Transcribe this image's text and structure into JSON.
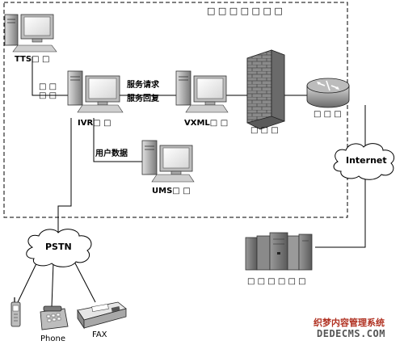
{
  "labels": {
    "zone_title": "□ □ □ □ □ □ □",
    "tts": "TTS□ □",
    "tts_link": "□ □\n□ □",
    "ivr": "IVR□ □",
    "request": "服务请求",
    "response": "服务回复",
    "vxml": "VXML□ □",
    "firewall": "□ □ □",
    "router": "□ □ □",
    "user_data": "用户数据",
    "ums": "UMS□ □",
    "internet": "Internet",
    "pstn": "PSTN",
    "servers": "□ □ □ □ □ □",
    "phone": "Phone",
    "fax": "FAX"
  },
  "watermark": {
    "logo_text": "织梦内容管理系统",
    "logo_url": "DEDECMS.COM"
  },
  "colors": {
    "line": "#000000",
    "device_fill": "#c8c8c8",
    "screen_fill": "#ffffff",
    "wall_fill": "#8c8c8c",
    "cloud_fill": "#ffffff"
  }
}
